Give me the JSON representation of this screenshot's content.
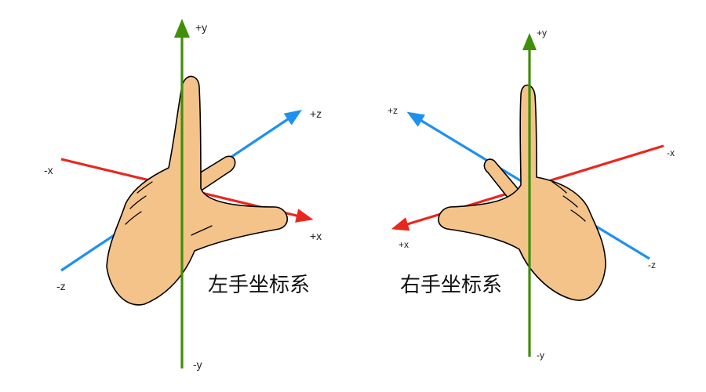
{
  "colors": {
    "y_axis": "#3F8F0A",
    "z_axis": "#1E90F0",
    "x_axis": "#E8281E",
    "skin": "#F4C38A"
  },
  "left": {
    "caption": "左手坐标系",
    "labels": {
      "py": "+y",
      "ny": "-y",
      "pz": "+z",
      "nz": "-z",
      "px": "+x",
      "nx": "-x"
    }
  },
  "right": {
    "caption": "右手坐标系",
    "labels": {
      "py": "+y",
      "ny": "-y",
      "pz": "+z",
      "nz": "-z",
      "px": "+x",
      "nx": "-x"
    }
  }
}
